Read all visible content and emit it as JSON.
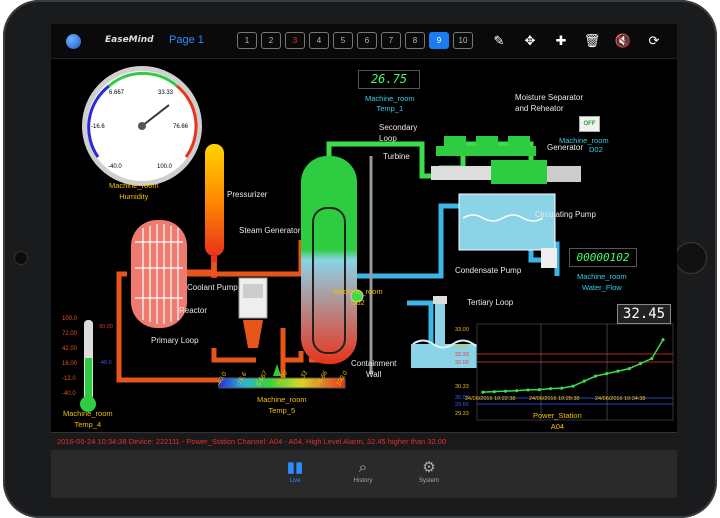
{
  "header": {
    "logo": "EaseMind",
    "page_label": "Page 1",
    "pages": [
      "1",
      "2",
      "3",
      "4",
      "5",
      "6",
      "7",
      "8",
      "9",
      "10"
    ],
    "alarm_page": "3",
    "active_page": "9",
    "tools": [
      "edit-icon",
      "move-icon",
      "add-icon",
      "delete-icon",
      "mute-icon",
      "refresh-icon"
    ]
  },
  "gauge": {
    "ticks": [
      "6.667",
      "33.33",
      "-16.6",
      "76.66",
      "-40.0",
      "100.0"
    ]
  },
  "thermometer": {
    "ticks": [
      "100.0",
      "72.00",
      "42.00",
      "16.00",
      "-12.0",
      "-40.0"
    ],
    "hi": "90.00",
    "lo": "-40.0"
  },
  "diagram": {
    "humidity_label": [
      "Machine_room",
      "Humidity"
    ],
    "pressurizer": "Pressurizer",
    "steam_generator": "Steam Generator",
    "coolant_pump": "Coolant Pump",
    "reactor": "Reactor",
    "primary_loop": "Primary Loop",
    "secondary_loop": [
      "Secondary",
      "Loop"
    ],
    "turbine": "Turbine",
    "moisture": [
      "Moisture Separator",
      "and Reheator"
    ],
    "generator": "Generator",
    "switch": "OFF",
    "switch_label": "Machine_room",
    "switch_label2": "D02",
    "circulating_pump": "Circulating Pump",
    "condensate_pump": "Condensate Pump",
    "tertiary_loop": "Tertiary Loop",
    "containment": [
      "Containment",
      "Wall"
    ],
    "d02_label": [
      "Machine_room",
      "D02"
    ],
    "temp1_value": "26.75",
    "temp1_label": [
      "Machine_room",
      "Temp_1"
    ],
    "waterflow_value": "00000102",
    "waterflow_label": [
      "Machine_room",
      "Water_Flow"
    ],
    "temp4_label": [
      "Machine_room",
      "Temp_4"
    ],
    "temp5_label": [
      "Machine_room",
      "Temp_5"
    ],
    "colorbar_ticks": [
      "-40.0",
      "-16.6",
      "6.667",
      "30.00",
      "53.33",
      "76.66",
      "100.0"
    ]
  },
  "trend": {
    "value": "32.45",
    "y_ticks": [
      "33.00",
      "32.67",
      "32.33",
      "32.00",
      "30.33",
      "30.00",
      "29.66",
      "29.33"
    ],
    "x_ticks": [
      "24/06/2016 10:22:38",
      "24/06/2016 10:28:38",
      "24/06/2016 10:34:38"
    ],
    "label": [
      "Power_Station",
      "A04"
    ]
  },
  "chart_data": {
    "type": "line",
    "title": "",
    "xlabel": "",
    "ylabel": "",
    "ylim": [
      29.33,
      33.0
    ],
    "x": [
      "24/06/2016 10:22:38",
      "",
      "",
      "",
      "",
      "",
      "",
      "",
      "24/06/2016 10:28:38",
      "",
      "",
      "",
      "",
      "",
      "",
      "",
      "24/06/2016 10:34:38"
    ],
    "series": [
      {
        "values": [
          30.36,
          30.38,
          30.4,
          30.42,
          30.45,
          30.46,
          30.5,
          30.52,
          30.6,
          30.8,
          31.0,
          31.1,
          31.2,
          31.3,
          31.5,
          31.7,
          32.45
        ]
      }
    ]
  },
  "alarm_message": "2016-06-24 10:34:38 Device: 222111 - Power_Station   Channel: A04 - A04, High Level Alarm, 32.45 higher than 32.00",
  "tabs": [
    {
      "label": "Live",
      "icon": "bar-chart-icon"
    },
    {
      "label": "History",
      "icon": "search-icon"
    },
    {
      "label": "System",
      "icon": "gear-icon"
    }
  ]
}
